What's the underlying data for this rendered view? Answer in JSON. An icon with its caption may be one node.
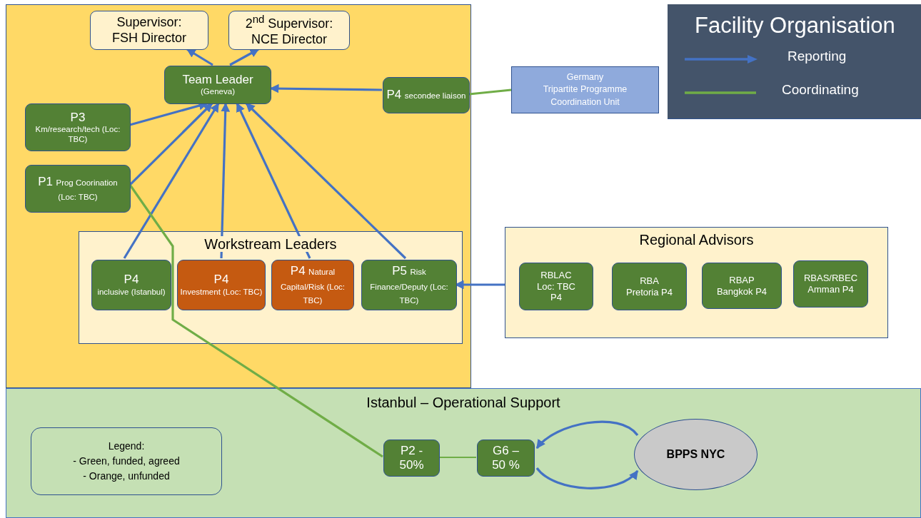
{
  "diagram": {
    "title": "Facility Organisation",
    "nodes": [
      {
        "text": [],
        "shape": "box"
      },
      {
        "text": [
          "Supervisor: FSH Director"
        ],
        "in": 0
      },
      {
        "text": [
          "2$^{nd}$ Supervisor: NCE Director"
        ],
        "in": 0
      },
      {
        "text": [
          "Team Leader",
          "(Geneva)"
        ],
        "in": 0
      },
      {
        "text": [
          "P4",
          "secondee liaison"
        ],
        "in": 0
      },
      {
        "text": [
          "P3",
          "Km/research/tech (Loc: TBC)"
        ],
        "in": 0
      },
      {
        "text": [
          "P1",
          "Prog Coorination (Loc: TBC)"
        ],
        "in": 0
      },
      {
        "text": [
          "Workstream Leaders"
        ],
        "in": 0
      },
      {
        "text": [
          "P4",
          "inclusive (Istanbul)"
        ],
        "in": 7
      },
      {
        "text": [
          "P4",
          "Investment (Loc: TBC)"
        ],
        "in": 7
      },
      {
        "text": [
          "P4",
          "Natural Capital/Risk (Loc: TBC)"
        ],
        "in": 7
      },
      {
        "text": [
          "P5",
          "Risk Finance/Deputy (Loc: TBC)"
        ],
        "in": 7
      },
      {
        "text": [
          "Germany",
          "Tripartite Programme Coordination Unit"
        ]
      },
      {
        "text": [
          "Regional Advisors"
        ]
      },
      {
        "text": [
          "RBLAC",
          "Loc: TBC",
          "P4"
        ],
        "in": 13
      },
      {
        "text": [
          "RBA",
          "Pretoria P4"
        ],
        "in": 13
      },
      {
        "text": [
          "RBAP",
          "Bangkok P4"
        ],
        "in": 13
      },
      {
        "text": [
          "RBAS/RBEC",
          "Amman P4"
        ],
        "in": 13
      },
      {
        "text": [
          "Istanbul – Operational Support"
        ]
      },
      {
        "text": [
          "Legend:",
          "- Green, funded, agreed",
          "- Orange, unfunded"
        ],
        "in": 18
      },
      {
        "text": [
          "P2 - 50%"
        ],
        "in": 18
      },
      {
        "text": [
          "G6 – 50 %"
        ],
        "in": 18
      },
      {
        "text": [
          "BPPS NYC"
        ],
        "in": 18
      }
    ],
    "edges": [
      {
        "from": 3,
        "to": 1,
        "arrow": "to"
      },
      {
        "from": 3,
        "to": 2,
        "arrow": "to"
      },
      {
        "from": 4,
        "to": 3,
        "arrow": "to"
      },
      {
        "from": 5,
        "to": 3,
        "arrow": "to"
      },
      {
        "from": 6,
        "to": 3,
        "arrow": "to"
      },
      {
        "from": 8,
        "to": 3,
        "arrow": "to"
      },
      {
        "from": 9,
        "to": 3,
        "arrow": "to"
      },
      {
        "from": 10,
        "to": 3,
        "arrow": "to"
      },
      {
        "from": 11,
        "to": 3,
        "arrow": "to"
      },
      {
        "from": 13,
        "to": 11,
        "arrow": "to"
      },
      {
        "from": 4,
        "to": 12,
        "arrow": "none",
        "color": "#70ad47"
      },
      {
        "from": 6,
        "to": 20,
        "arrow": "none",
        "color": "#70ad47"
      },
      {
        "from": 20,
        "to": 21,
        "arrow": "none",
        "color": "#70ad47"
      },
      {
        "from": 22,
        "to": 21,
        "arrow": "to"
      },
      {
        "from": 21,
        "to": 22,
        "arrow": "to"
      }
    ],
    "legend": [
      {
        "text": "Reporting"
      },
      {
        "text": "Coordinating"
      }
    ]
  }
}
